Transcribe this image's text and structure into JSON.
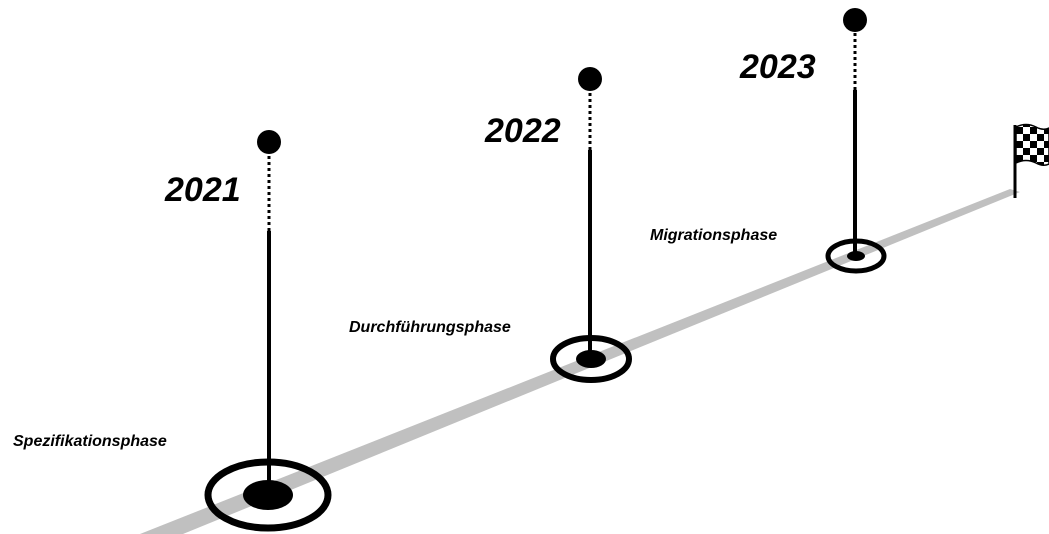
{
  "colors": {
    "road": "#c0c0c0",
    "ink": "#000000",
    "background": "#ffffff"
  },
  "milestones": [
    {
      "year": "2021",
      "phase": "Spezifikationsphase"
    },
    {
      "year": "2022",
      "phase": "Durchführungsphase"
    },
    {
      "year": "2023",
      "phase": "Migrationsphase"
    }
  ],
  "finish_icon": "checkered-flag-icon"
}
